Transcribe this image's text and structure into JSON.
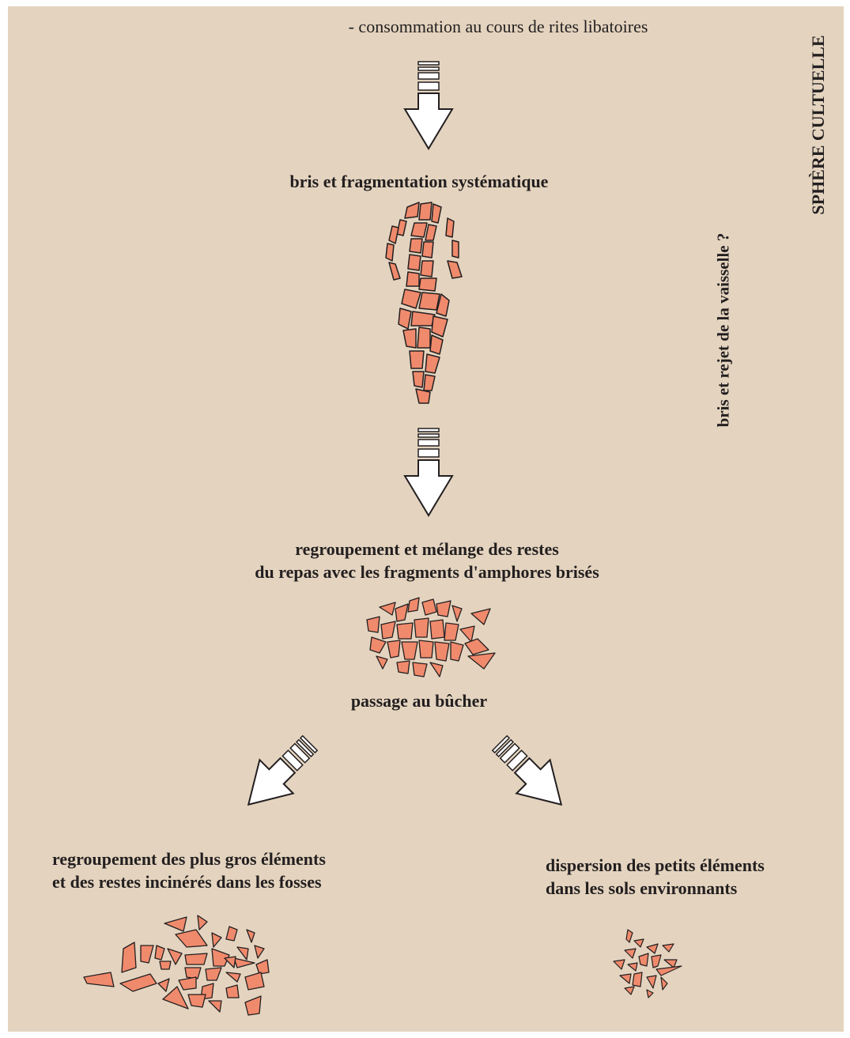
{
  "colors": {
    "background": "#e4d4bf",
    "fragment_fill": "#f08a6c",
    "outline": "#231f20",
    "arrow_fill": "#ffffff"
  },
  "top_text": "- consommation au cours de rites libatoires",
  "steps": {
    "fragmentation": "bris et fragmentation systématique",
    "regroupement_line1": "regroupement et mélange des restes",
    "regroupement_line2": "du repas avec les fragments d'amphores brisés",
    "bucher": "passage au bûcher",
    "fosses_line1": "regroupement des plus gros éléments",
    "fosses_line2": "et des restes incinérés dans les fosses",
    "dispersion_line1": "dispersion des petits éléments",
    "dispersion_line2": "dans les sols environnants"
  },
  "side_labels": {
    "sphere": "SPHÈRE CULTUELLE",
    "bris_rejet": "bris et rejet de la vaisselle ?"
  },
  "icons": [
    "down-arrow-icon",
    "broken-amphora-icon",
    "fragment-heap-icon",
    "diagonal-arrow-icon",
    "sherd-scatter-icon"
  ]
}
